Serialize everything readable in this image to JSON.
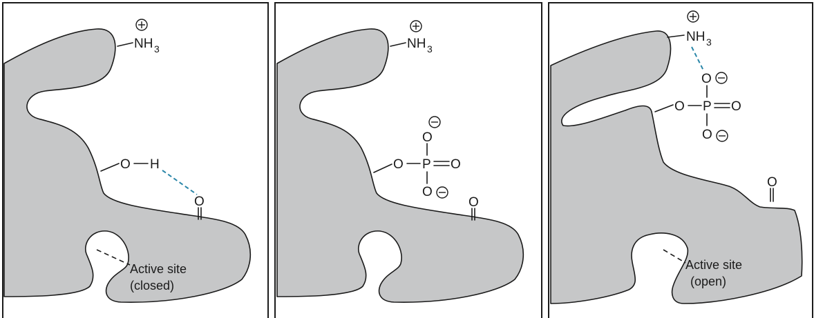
{
  "atoms": {
    "nitrogen_group": "NH",
    "nitrogen_subscript": "3",
    "oxygen": "O",
    "hydrogen": "H",
    "phosphorus": "P"
  },
  "panels": [
    {
      "site_label_line1": "Active site",
      "site_label_line2": "(closed)"
    },
    {},
    {
      "site_label_line1": "Active site",
      "site_label_line2": "(open)"
    }
  ],
  "colors": {
    "protein_fill": "#c6c7c8",
    "hydrogen_bond": "#2a86a8",
    "outline": "#1a1a1a"
  }
}
